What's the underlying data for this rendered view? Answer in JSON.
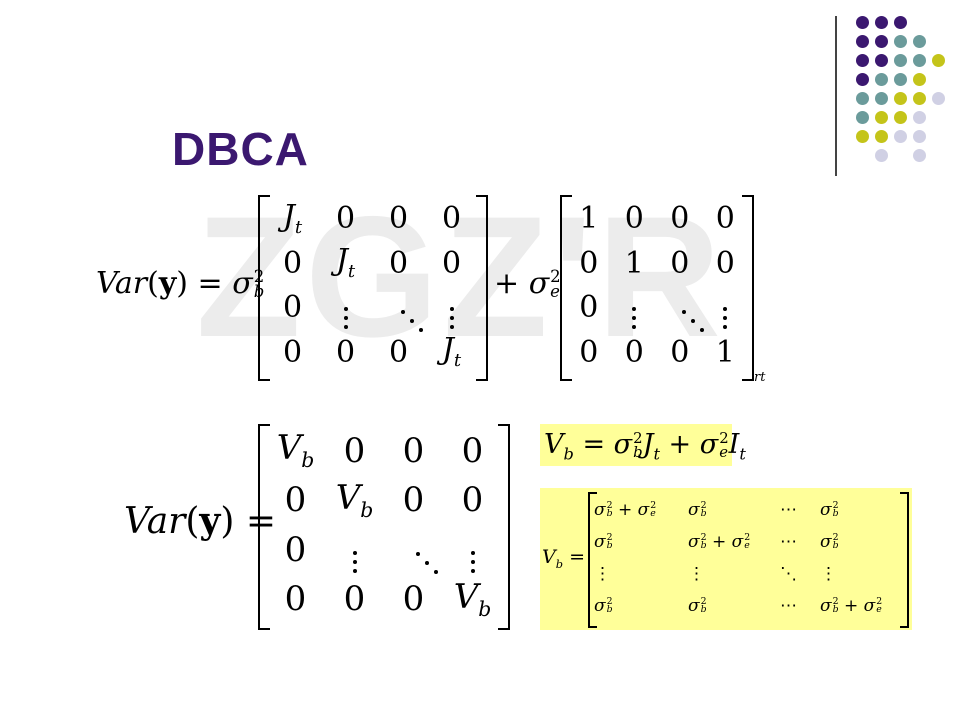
{
  "slide": {
    "title": "DBCA",
    "watermark": "ZGZ'R"
  },
  "colors": {
    "title": "#3b1870",
    "dot_purple": "#3b1870",
    "dot_teal": "#6b9b9b",
    "dot_olive": "#c4c41a",
    "dot_lavender": "#d0d0e4",
    "highlight": "#ffff99"
  },
  "eq1": {
    "lhs": "Var(y) =",
    "sigma_b": "σ",
    "sup": "2",
    "sub_b": "b",
    "plus": "+",
    "sub_e": "e",
    "J": "J",
    "t": "t",
    "zero": "0",
    "one": "1",
    "rt": "rt"
  },
  "eq2": {
    "lhs": "Var(y) =",
    "V": "V",
    "b": "b",
    "zero": "0"
  },
  "box1": {
    "text": "V_b = σ_b² J_t + σ_e² I_t"
  },
  "box2": {
    "lhs": "V_b =",
    "cells": {
      "diag": "σ_b² + σ_e²",
      "off": "σ_b²",
      "hdots": "⋯"
    }
  }
}
